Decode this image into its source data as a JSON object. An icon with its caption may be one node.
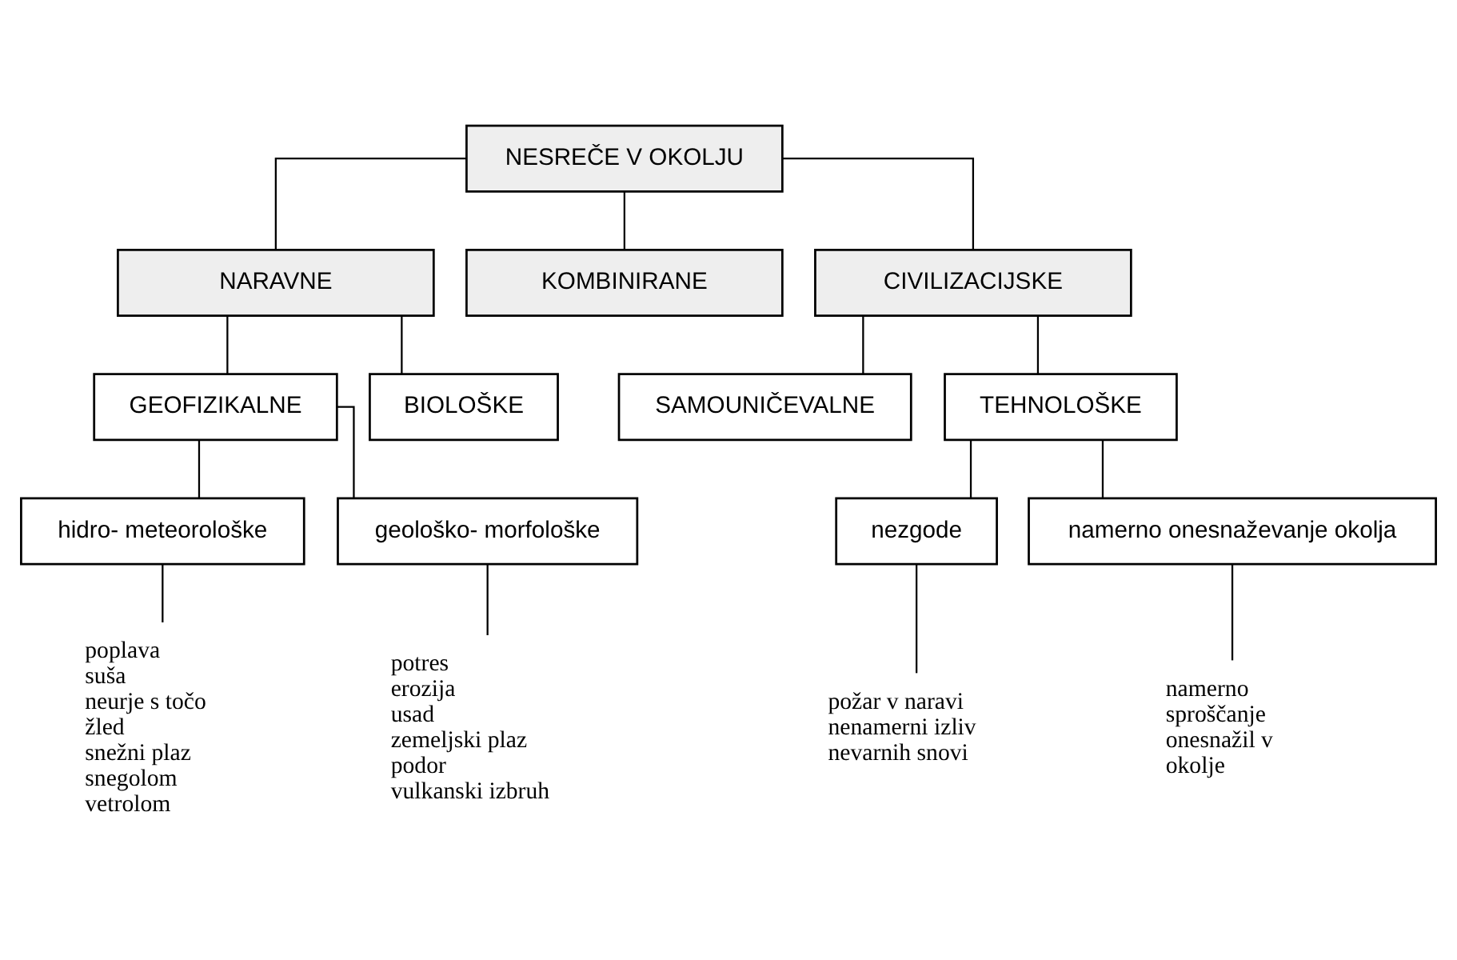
{
  "diagram": {
    "nodes": [
      {
        "text": [
          "NESREČE V OKOLJU"
        ]
      },
      {
        "text": [
          "NARAVNE"
        ]
      },
      {
        "text": [
          "KOMBINIRANE"
        ]
      },
      {
        "text": [
          "CIVILIZACIJSKE"
        ]
      },
      {
        "text": [
          "GEOFIZIKALNE"
        ]
      },
      {
        "text": [
          "BIOLOŠKE"
        ]
      },
      {
        "text": [
          "SAMOUNIČEVALNE"
        ]
      },
      {
        "text": [
          "TEHNOLOŠKE"
        ]
      },
      {
        "text": [
          "hidro- meteorološke"
        ]
      },
      {
        "text": [
          "geološko- morfološke"
        ]
      },
      {
        "text": [
          "nezgode"
        ]
      },
      {
        "text": [
          "namerno onesnaževanje okolja"
        ]
      },
      {
        "text": [
          "poplava",
          "suša",
          "neurje s točo",
          "žled",
          "snežni plaz",
          "snegolom",
          "vetrolom"
        ]
      },
      {
        "text": [
          "potres",
          "erozija",
          "usad",
          "zemeljski plaz",
          "podor",
          "vulkanski izbruh"
        ]
      },
      {
        "text": [
          "požar v naravi",
          "nenamerni izliv nevarnih snovi"
        ]
      },
      {
        "text": [
          "namerno sproščanje onesnažil v okolje"
        ]
      }
    ],
    "edges": [
      {
        "from": 0,
        "to": 1,
        "arrow": "none"
      },
      {
        "from": 0,
        "to": 2,
        "arrow": "none"
      },
      {
        "from": 0,
        "to": 3,
        "arrow": "none"
      },
      {
        "from": 1,
        "to": 4,
        "arrow": "none"
      },
      {
        "from": 1,
        "to": 5,
        "arrow": "none"
      },
      {
        "from": 3,
        "to": 6,
        "arrow": "none"
      },
      {
        "from": 3,
        "to": 7,
        "arrow": "none"
      },
      {
        "from": 4,
        "to": 8,
        "arrow": "none"
      },
      {
        "from": 4,
        "to": 9,
        "arrow": "none"
      },
      {
        "from": 7,
        "to": 10,
        "arrow": "none"
      },
      {
        "from": 7,
        "to": 11,
        "arrow": "none"
      },
      {
        "from": 8,
        "to": 12,
        "arrow": "none"
      },
      {
        "from": 9,
        "to": 13,
        "arrow": "none"
      },
      {
        "from": 10,
        "to": 14,
        "arrow": "none"
      },
      {
        "from": 11,
        "to": 15,
        "arrow": "none"
      }
    ]
  }
}
